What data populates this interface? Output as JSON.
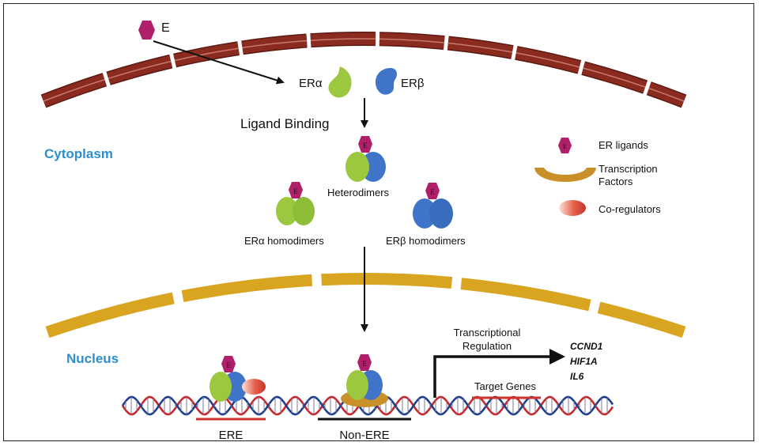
{
  "regions": {
    "cytoplasm": "Cytoplasm",
    "nucleus": "Nucleus"
  },
  "ligand": {
    "letter": "E",
    "top_label": "E"
  },
  "receptors": {
    "alpha": "ERα",
    "beta": "ERβ"
  },
  "steps": {
    "ligand_binding": "Ligand Binding",
    "heterodimers": "Heterodimers",
    "alpha_homodimers": "ERα homodimers",
    "beta_homodimers": "ERβ homodimers"
  },
  "legend": {
    "ligands": "ER ligands",
    "tf_line1": "Transcription",
    "tf_line2": "Factors",
    "coregulators": "Co-regulators"
  },
  "transcription": {
    "line1": "Transcriptional",
    "line2": "Regulation",
    "genes": [
      "CCND1",
      "HIF1A",
      "IL6"
    ],
    "target_genes": "Target Genes"
  },
  "dna": {
    "ere": "ERE",
    "non_ere": "Non-ERE"
  },
  "colors": {
    "membrane": "#8b2b1f",
    "nuclear_envelope": "#d9a520",
    "alpha": "#9cc840",
    "beta": "#3f74c8",
    "ligand": "#b0206a",
    "transcription_factor": "#c9902a",
    "coregulator": "#d94a38",
    "region_text": "#2a8fd1",
    "dna_red": "#c8282a",
    "dna_blue": "#1f3f8f",
    "bracket_red": "#d0302a"
  }
}
